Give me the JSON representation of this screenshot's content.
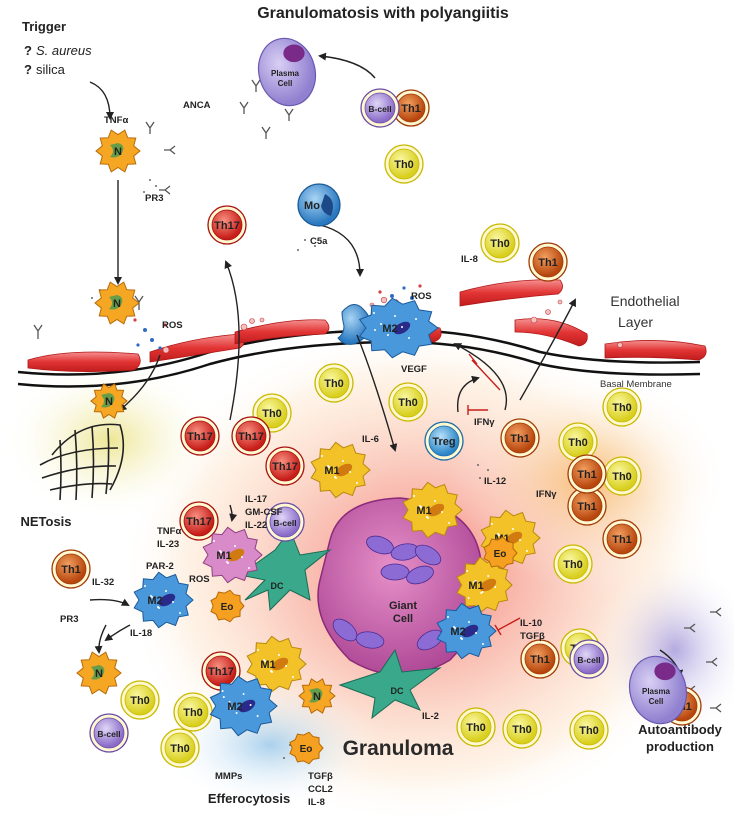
{
  "title": "Granulomatosis with polyangiitis",
  "trigger": {
    "heading": "Trigger",
    "items": [
      {
        "mark": "?",
        "text": "S. aureus"
      },
      {
        "mark": "?",
        "text": "silica"
      }
    ]
  },
  "labels": {
    "anca": "ANCA",
    "tnf_top": "TNFα",
    "pr3_top": "PR3",
    "ros_left": "ROS",
    "ros_mid": "ROS",
    "c5a": "C5a",
    "il8_top": "IL-8",
    "endothelial": "Endothelial",
    "layer": "Layer",
    "basal": "Basal Membrane",
    "vegf": "VEGF",
    "ifng_treg": "IFNγ",
    "il6": "IL-6",
    "il12": "IL-12",
    "ifng_m1": "IFNγ",
    "il17": "IL-17",
    "gmcsf": "GM-CSF",
    "il22": "IL-22",
    "tnf_m1": "TNFα",
    "il23": "IL-23",
    "par2": "PAR-2",
    "ros_m1": "ROS",
    "il32": "IL-32",
    "pr3_low": "PR3",
    "il18": "IL-18",
    "il10": "IL-10",
    "tgfb": "TGFβ",
    "il2": "IL-2",
    "mmps": "MMPs",
    "tgfb_bot": "TGFβ",
    "ccl2": "CCL2",
    "il8_bot": "IL-8",
    "netosis": "NETosis",
    "efferocytosis": "Efferocytosis",
    "granuloma": "Granuloma",
    "autoantibody_1": "Autoantibody",
    "autoantibody_2": "production"
  },
  "cells": {
    "plasma_cell_1": "Plasma",
    "plasma_cell_2": "Cell",
    "giant_1": "Giant",
    "giant_2": "Cell",
    "bcell": "B-cell",
    "th0": "Th0",
    "th1": "Th1",
    "th17": "Th17",
    "treg": "Treg",
    "mo": "Mo",
    "m1": "M1",
    "m2": "M2",
    "eo": "Eo",
    "dc": "DC",
    "n": "N"
  },
  "colors": {
    "th0": "#e6e23a",
    "th1": "#d9631e",
    "th17": "#e2322b",
    "treg": "#3da0dc",
    "bcell": "#9a7fcf",
    "plasma": "#a794d8",
    "mo": "#3a8fd0",
    "m1": "#f0c020",
    "m2": "#3c8fd8",
    "eo": "#f29a1e",
    "dc": "#2f9a7e",
    "neutrophil": "#f5a623",
    "giant": "#c060a0",
    "vessel": "#e24a4a",
    "granuloma_glow": "#f6a0a0"
  }
}
